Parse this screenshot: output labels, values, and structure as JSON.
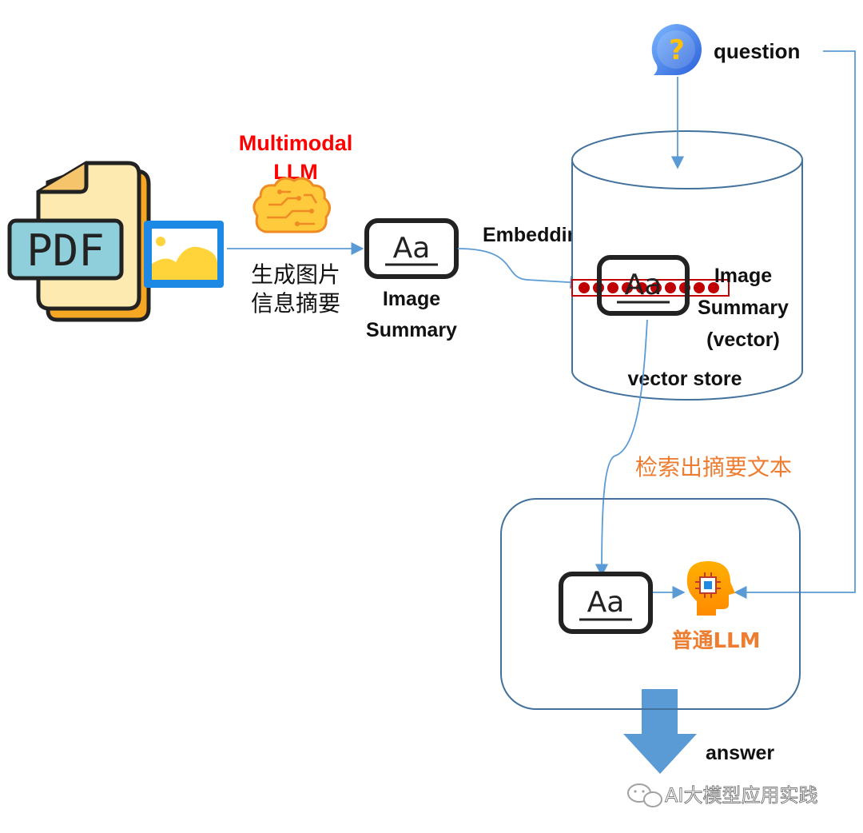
{
  "labels": {
    "question": "question",
    "multimodal_line1": "Multimodal",
    "multimodal_line2": "LLM",
    "generate_line1": "生成图片",
    "generate_line2": "信息摘要",
    "image_summary_line1": "Image",
    "image_summary_line2": "Summary",
    "embedding": "Embedding",
    "vector_summary_line1": "Image",
    "vector_summary_line2": "Summary",
    "vector_summary_line3": "(vector)",
    "vector_store": "vector store",
    "retrieve": "检索出摘要文本",
    "plain_llm": "普通LLM",
    "answer": "answer",
    "watermark": "AI大模型应用实践"
  },
  "icons": {
    "pdf_text": "PDF",
    "pdf_icon": "pdf-file-icon",
    "image_icon": "image-file-icon",
    "brain_icon": "brain-circuit-icon",
    "text_icon": "text-aa-icon",
    "question_icon": "question-bubble-icon",
    "head_icon": "ai-head-icon",
    "answer_arrow": "down-arrow-icon",
    "wechat_icon": "wechat-icon"
  },
  "colors": {
    "arrow": "#5b9bd5",
    "red_label": "#ff0000",
    "orange_label": "#ed7d31",
    "cylinder": "#41719c",
    "answer_arrow": "#5b9bd5",
    "dots": "#c00000"
  }
}
